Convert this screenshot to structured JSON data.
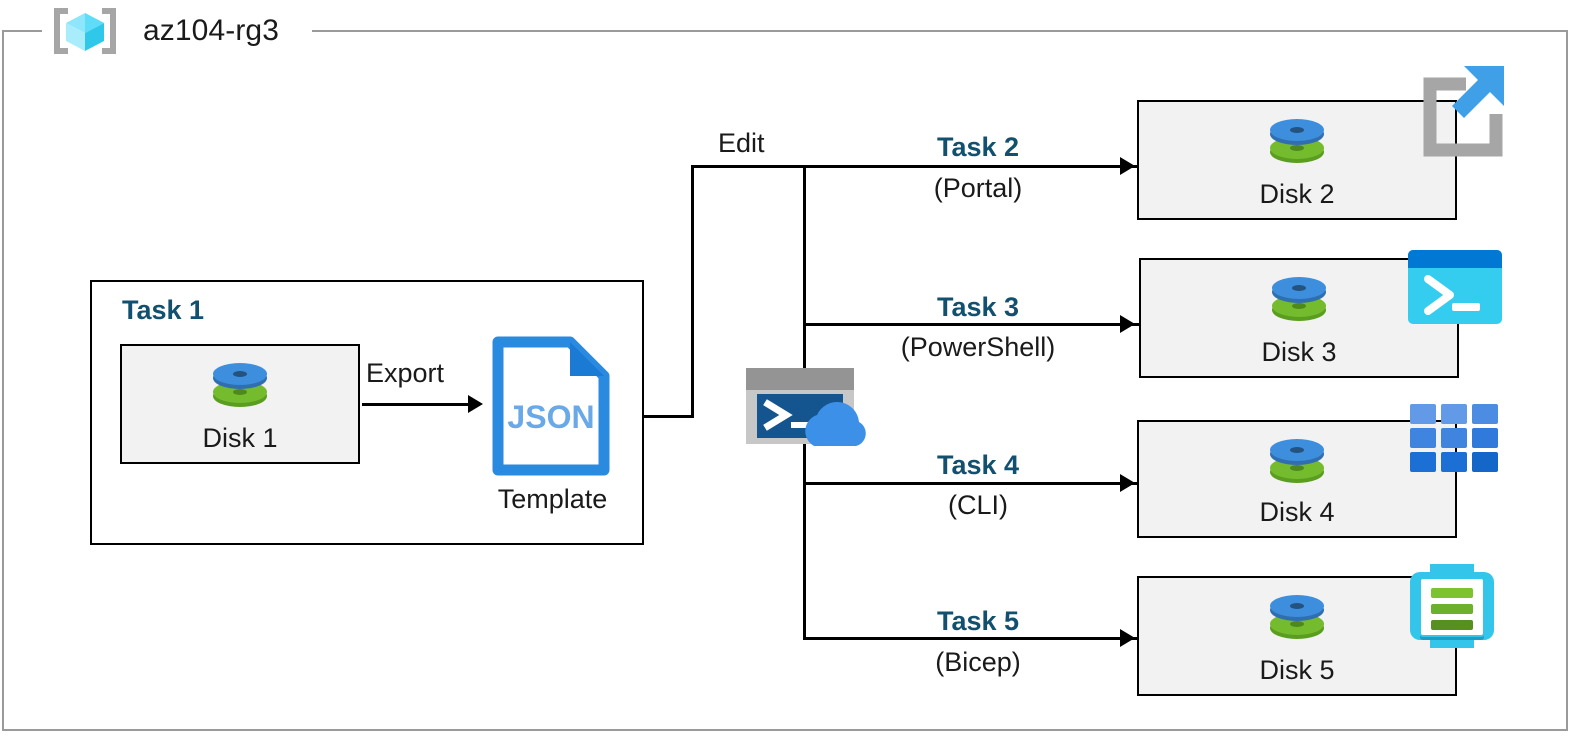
{
  "resource_group": {
    "name": "az104-rg3",
    "icon": "resource-group-icon"
  },
  "source": {
    "task_label": "Task 1",
    "disk": {
      "caption": "Disk 1",
      "icon": "managed-disk-icon"
    },
    "export_edge_label": "Export",
    "template": {
      "file_type": "JSON",
      "caption": "Template",
      "icon": "json-file-icon"
    }
  },
  "edit": {
    "label": "Edit",
    "icon": "cloud-shell-icon"
  },
  "branches": [
    {
      "task_label": "Task 2",
      "method": "(Portal)",
      "disk_caption": "Disk 2",
      "tool_icon": "azure-portal-icon",
      "disk_icon": "managed-disk-icon"
    },
    {
      "task_label": "Task 3",
      "method": "(PowerShell)",
      "disk_caption": "Disk 3",
      "tool_icon": "powershell-icon",
      "disk_icon": "managed-disk-icon"
    },
    {
      "task_label": "Task 4",
      "method": "(CLI)",
      "disk_caption": "Disk 4",
      "tool_icon": "azure-cli-icon",
      "disk_icon": "managed-disk-icon"
    },
    {
      "task_label": "Task 5",
      "method": "(Bicep)",
      "disk_caption": "Disk 5",
      "tool_icon": "bicep-icon",
      "disk_icon": "managed-disk-icon"
    }
  ],
  "colors": {
    "task_blue": "#12506f",
    "disk_top": "#3e8ede",
    "disk_bottom": "#6cb02c",
    "json_blue": "#2a8ae0",
    "portal_arrow": "#3fa0e8",
    "portal_frame": "#a6a6a6",
    "powershell_bar": "#0078d4",
    "powershell_body": "#34cdf0",
    "cli_tile": "#3b8ede",
    "bicep_frame": "#34c6ea",
    "bicep_bar": "#6cb02c",
    "box_fill": "#f2f2f2",
    "box_border": "#000000",
    "container_border": "#9a9a9a"
  }
}
